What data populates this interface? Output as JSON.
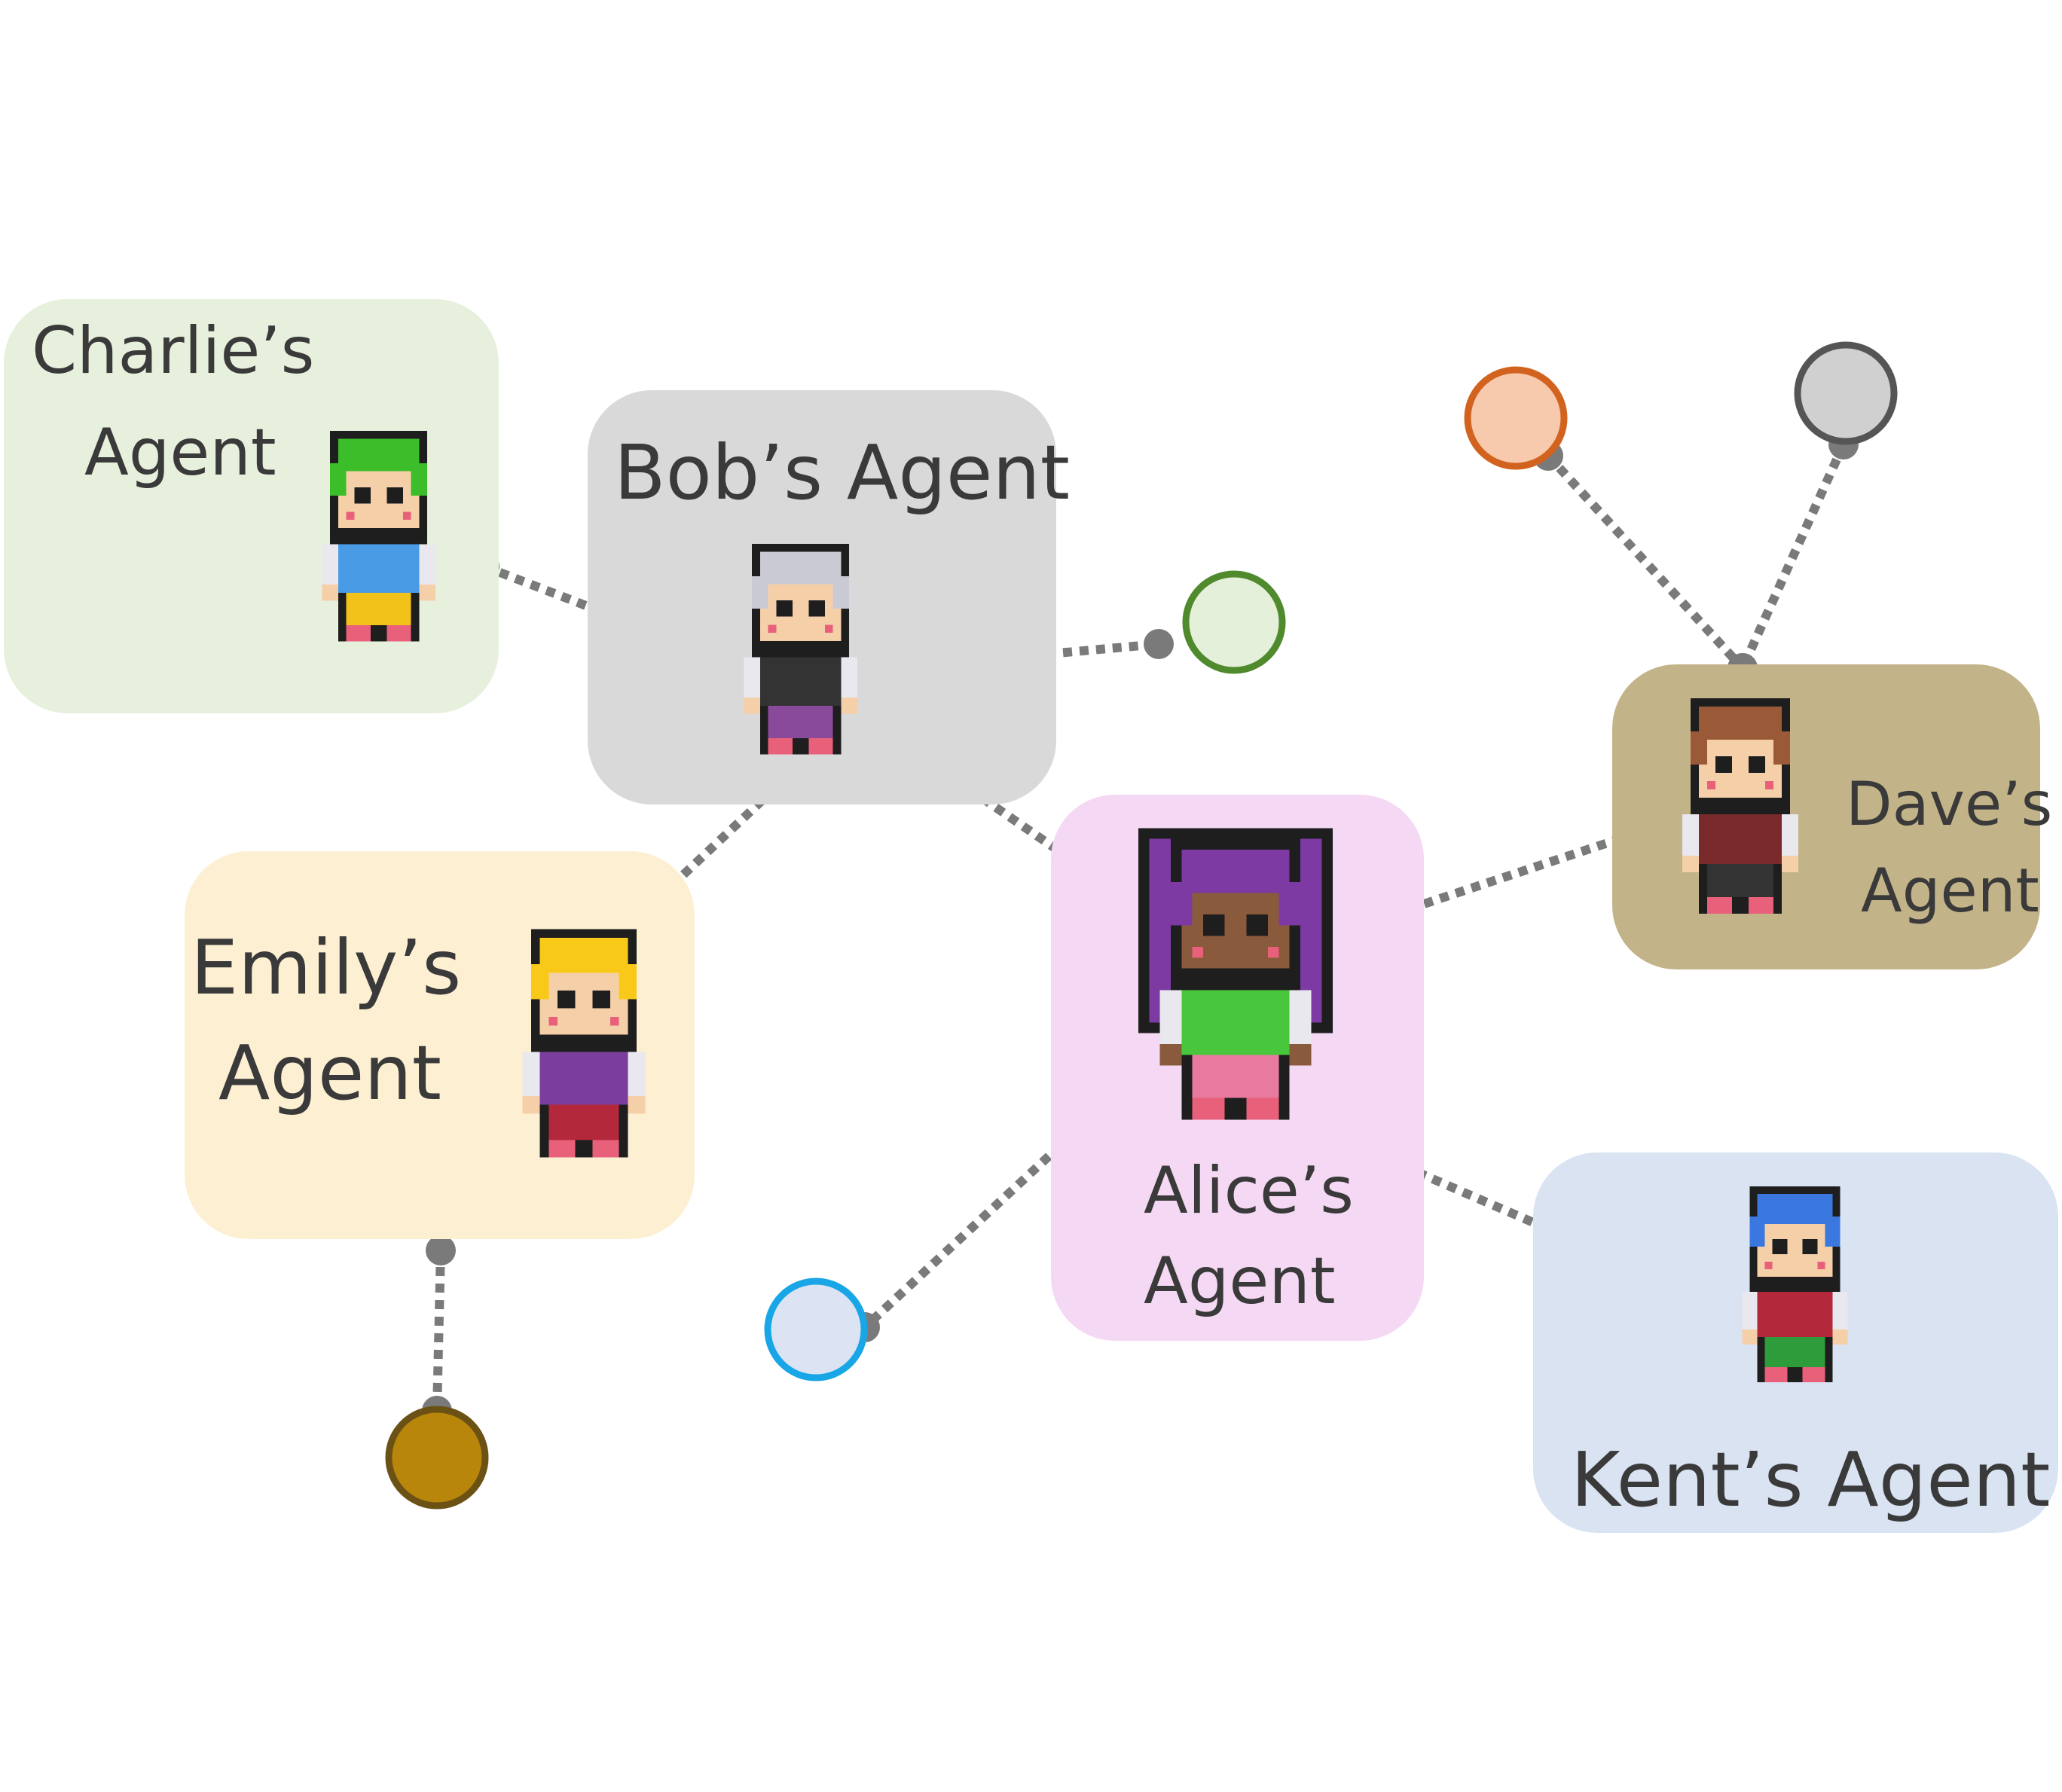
{
  "agents": {
    "charlie": {
      "label_line1": "Charlie’s",
      "label_line2": "Agent",
      "box_color": "#e6f0dc",
      "hair": "#3cbd2a",
      "shirt": "#4a9be6",
      "pants": "#f2c21a",
      "skin": "#f5cfa8"
    },
    "bob": {
      "label": "Bob’s Agent",
      "box_color": "#d9d9d9",
      "hair": "#c9cad3",
      "shirt": "#333333",
      "pants": "#8a4a9c",
      "skin": "#f5cfa8"
    },
    "emily": {
      "label_line1": "Emily’s",
      "label_line2": "Agent",
      "box_color": "#fdf0d2",
      "hair": "#f9c919",
      "shirt": "#7a3e9c",
      "pants": "#b3283a",
      "skin": "#f5cfa8"
    },
    "alice": {
      "label_line1": "Alice’s",
      "label_line2": "Agent",
      "box_color": "#f5d8f3",
      "hair": "#7d3aa3",
      "shirt": "#48c63c",
      "pants": "#e97a9f",
      "skin": "#8a5a3c"
    },
    "dave": {
      "label_line1": "Dave’s",
      "label_line2": "Agent",
      "box_color": "#c3b388",
      "hair": "#9a5a38",
      "shirt": "#7a2a2a",
      "pants": "#333333",
      "skin": "#f5cfa8"
    },
    "kent": {
      "label": "Kent’s Agent",
      "box_color": "#dae3f2",
      "hair": "#3a78e0",
      "shirt": "#b3283a",
      "pants": "#2e9c3a",
      "skin": "#f5cfa8"
    }
  },
  "nodes": {
    "green": {
      "fill": "#e4f0da",
      "stroke": "#4f8a2c"
    },
    "orange": {
      "fill": "#f7c9ad",
      "stroke": "#d1631f"
    },
    "gray": {
      "fill": "#d0d0d0",
      "stroke": "#555555"
    },
    "blue": {
      "fill": "#dce4f3",
      "stroke": "#18a6e6"
    },
    "gold": {
      "fill": "#b8860b",
      "stroke": "#6b5214"
    }
  },
  "link_color": "#7a7a7a"
}
